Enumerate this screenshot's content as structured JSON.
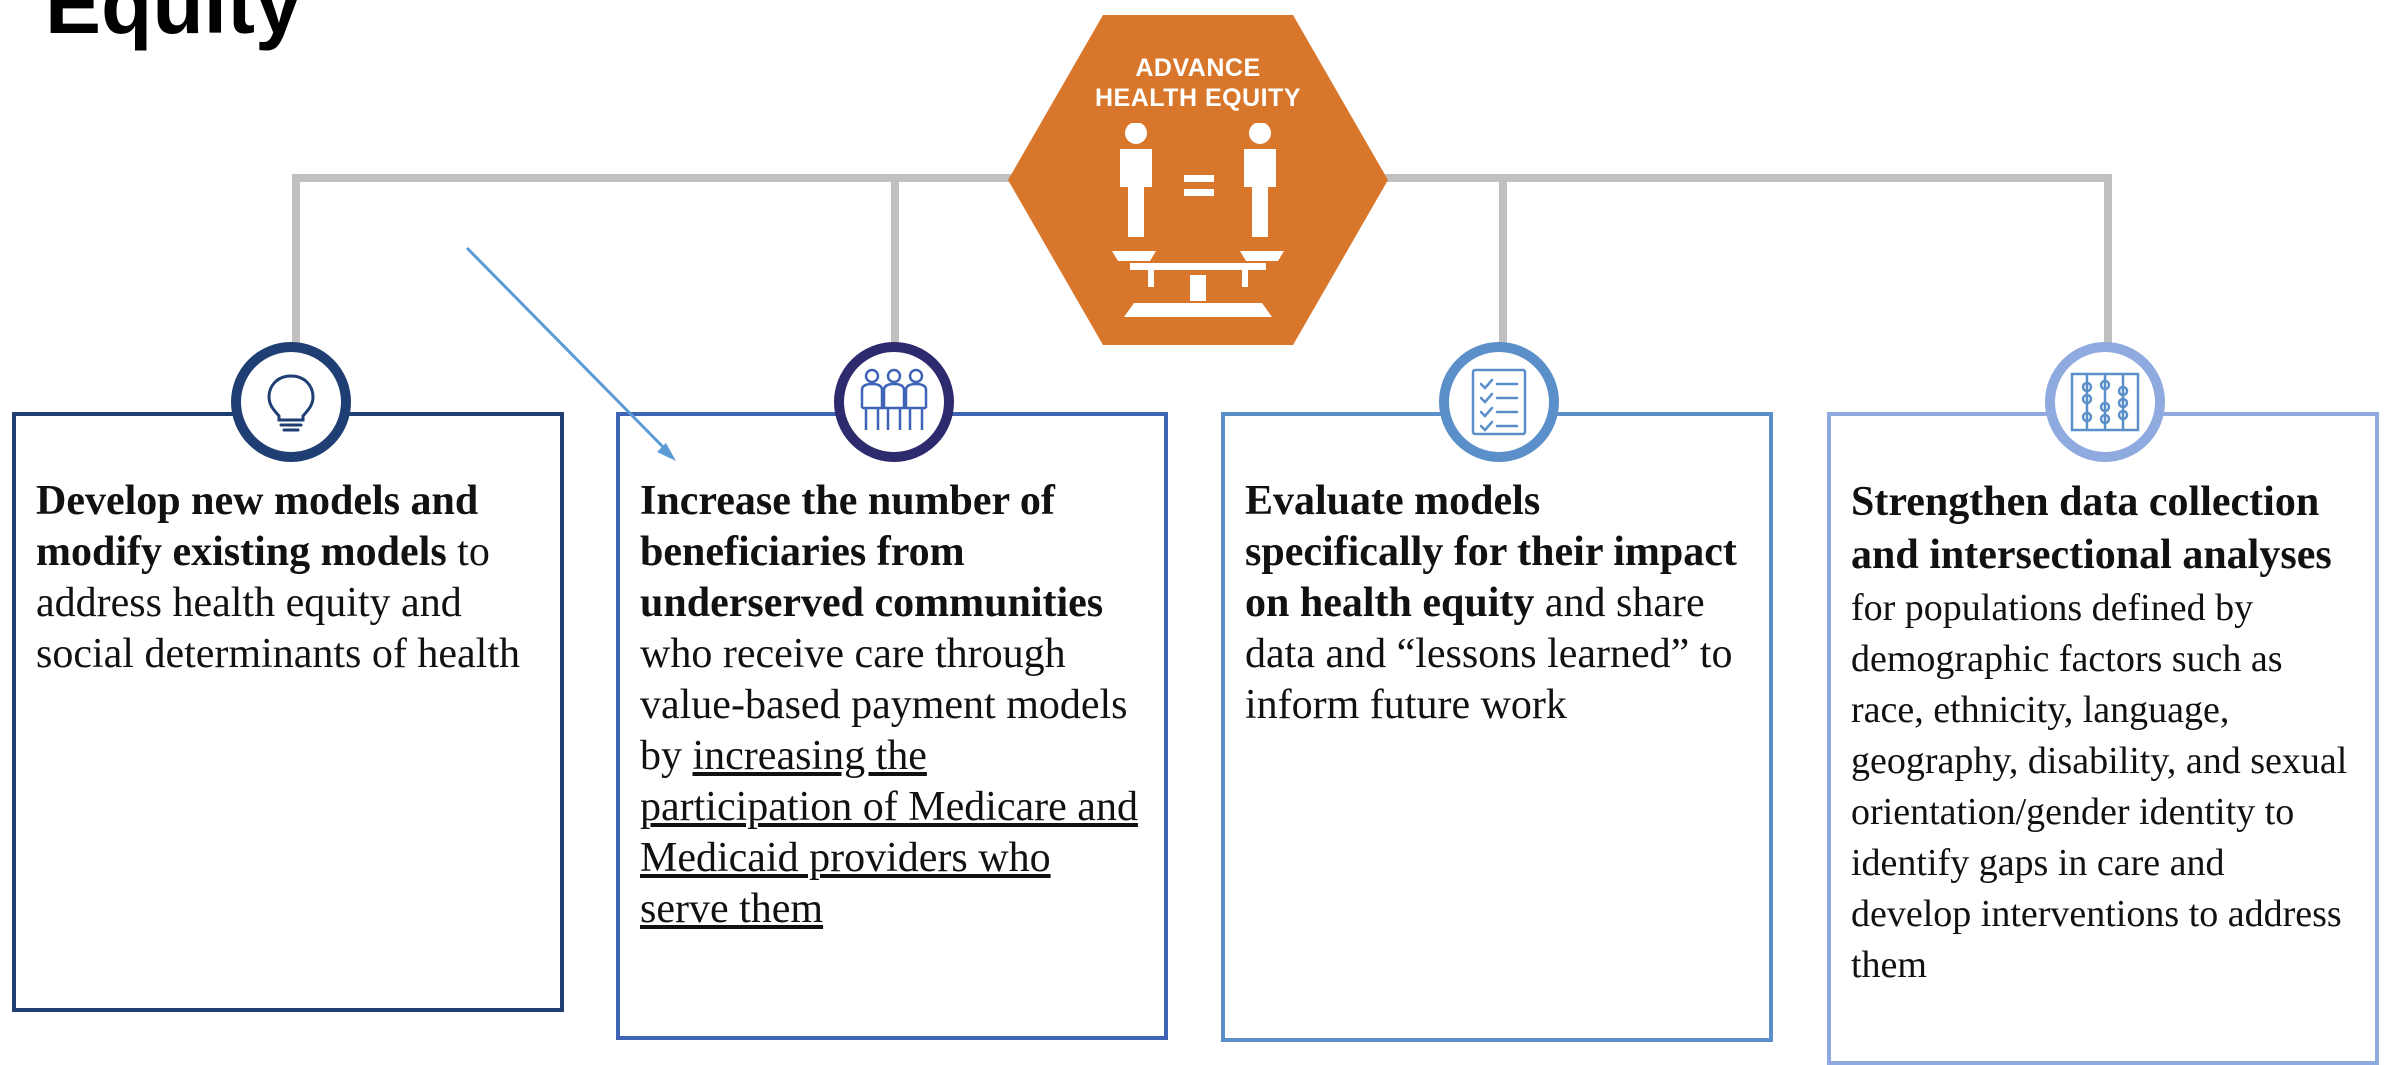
{
  "page": {
    "title": "Equity"
  },
  "center": {
    "label_line1": "ADVANCE",
    "label_line2": "HEALTH EQUITY",
    "icon": "equality-scale-icon",
    "color": "#D8772B"
  },
  "connector_color": "#C0C0C0",
  "cards": [
    {
      "icon": "lightbulb-icon",
      "color": "#1F3E74",
      "lead": "Develop new models and modify existing models",
      "rest": "to address health equity and social determinants of health"
    },
    {
      "icon": "people-group-icon",
      "color": "#3F64B5",
      "badge_color": "#2E2A6E",
      "lead": "Increase the number of beneficiaries from underserved communities",
      "rest": "who receive care through value-based payment models by",
      "underlined": "increasing the participation of Medicare and Medicaid providers who serve them"
    },
    {
      "icon": "checklist-icon",
      "color": "#5B8FC9",
      "lead": "Evaluate models specifically for their impact on health equity",
      "rest": "and share data and “lessons learned” to inform future work"
    },
    {
      "icon": "abacus-icon",
      "color": "#8EAADF",
      "lead": "Strengthen data collection and intersectional analyses",
      "rest": "for populations defined by demographic factors such as race, ethnicity, language, geography, disability, and sexual orientation/gender identity to identify gaps in care and develop interventions to address them"
    }
  ],
  "annotation": {
    "type": "arrow",
    "color": "#5B9BD5"
  }
}
